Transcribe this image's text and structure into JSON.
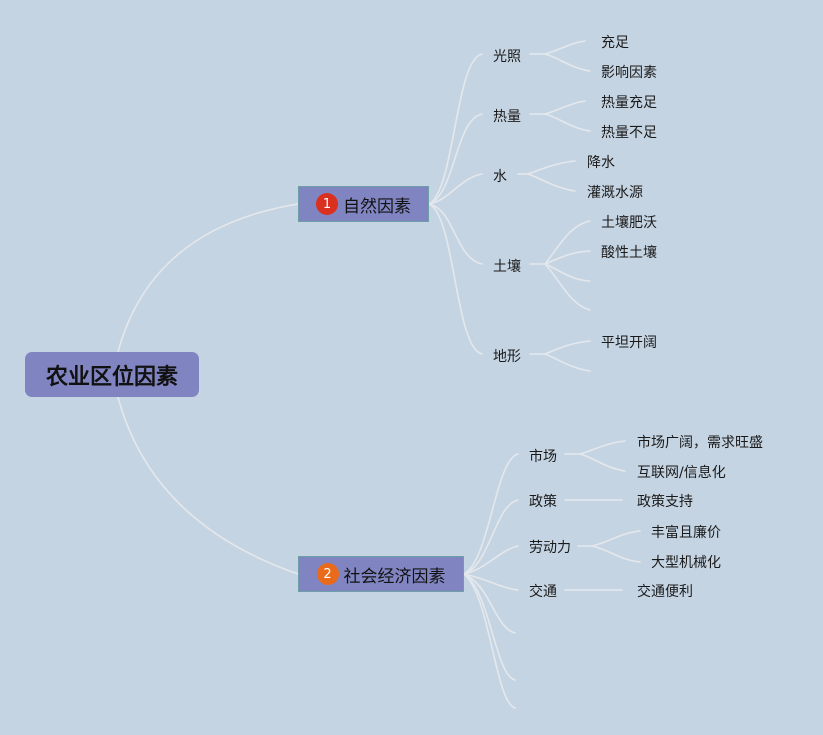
{
  "root": {
    "label": "农业区位因素"
  },
  "branches": [
    {
      "badge": "1",
      "badge_color": "#d9301f",
      "label": "自然因素",
      "children": [
        {
          "label": "光照",
          "leaves": [
            "充足",
            "影响因素"
          ]
        },
        {
          "label": "热量",
          "leaves": [
            "热量充足",
            "热量不足"
          ]
        },
        {
          "label": "水",
          "leaves": [
            "降水",
            "灌溉水源"
          ]
        },
        {
          "label": "土壤",
          "leaves": [
            "土壤肥沃",
            "酸性土壤"
          ]
        },
        {
          "label": "地形",
          "leaves": [
            "平坦开阔"
          ]
        }
      ]
    },
    {
      "badge": "2",
      "badge_color": "#ea6a1b",
      "label": "社会经济因素",
      "children": [
        {
          "label": "市场",
          "leaves": [
            "市场广阔，需求旺盛",
            "互联网/信息化"
          ]
        },
        {
          "label": "政策",
          "leaves": [
            "政策支持"
          ]
        },
        {
          "label": "劳动力",
          "leaves": [
            "丰富且廉价",
            "大型机械化"
          ]
        },
        {
          "label": "交通",
          "leaves": [
            "交通便利"
          ]
        }
      ]
    }
  ],
  "colors": {
    "background": "#c5d4e3",
    "node_fill": "#8085c2",
    "connector": "#e4e8ec"
  }
}
